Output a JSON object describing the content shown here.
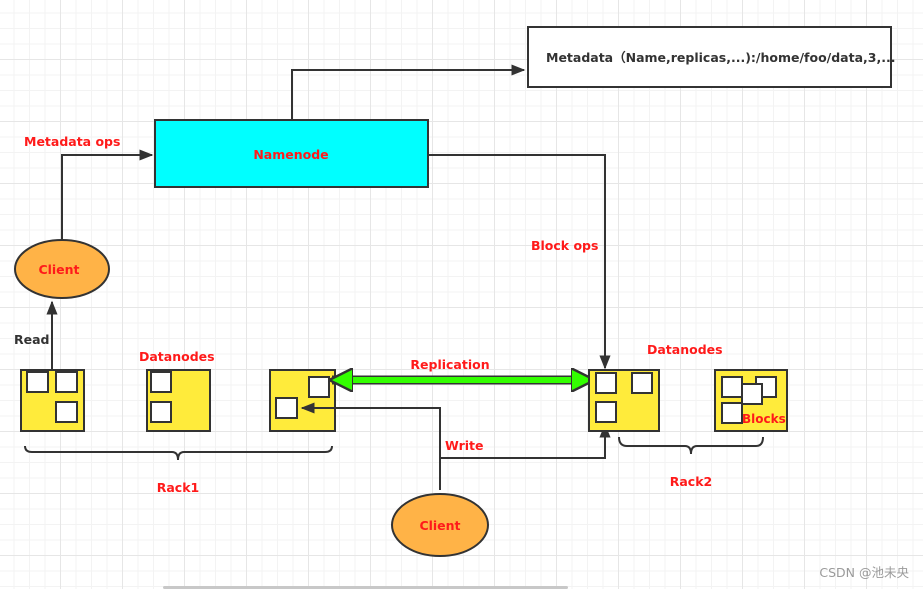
{
  "colors": {
    "namenode_fill": "#00ffff",
    "datanode_fill": "#ffeb3b",
    "client_fill": "#ffb347",
    "label_red": "#ff1a1a",
    "replication_arrow": "#33ff00",
    "edge": "#333333"
  },
  "metadata_box": {
    "text": "Metadata（Name,replicas,...):/home/foo/data,3,..."
  },
  "namenode": {
    "label": "Namenode"
  },
  "clients": [
    {
      "label": "Client",
      "role": "reader"
    },
    {
      "label": "Client",
      "role": "writer"
    }
  ],
  "edge_labels": {
    "metadata_ops": "Metadata ops",
    "block_ops": "Block ops",
    "read": "Read",
    "write": "Write",
    "replication": "Replication"
  },
  "racks": [
    {
      "label": "Rack1",
      "datanodes_label": "Datanodes",
      "datanode_count": 3,
      "blocks_per_node": [
        3,
        2,
        2
      ]
    },
    {
      "label": "Rack2",
      "datanodes_label": "Datanodes",
      "datanode_count": 2,
      "blocks_per_node": [
        3,
        4
      ],
      "blocks_label": "Blocks"
    }
  ],
  "watermark": "CSDN @池未央"
}
